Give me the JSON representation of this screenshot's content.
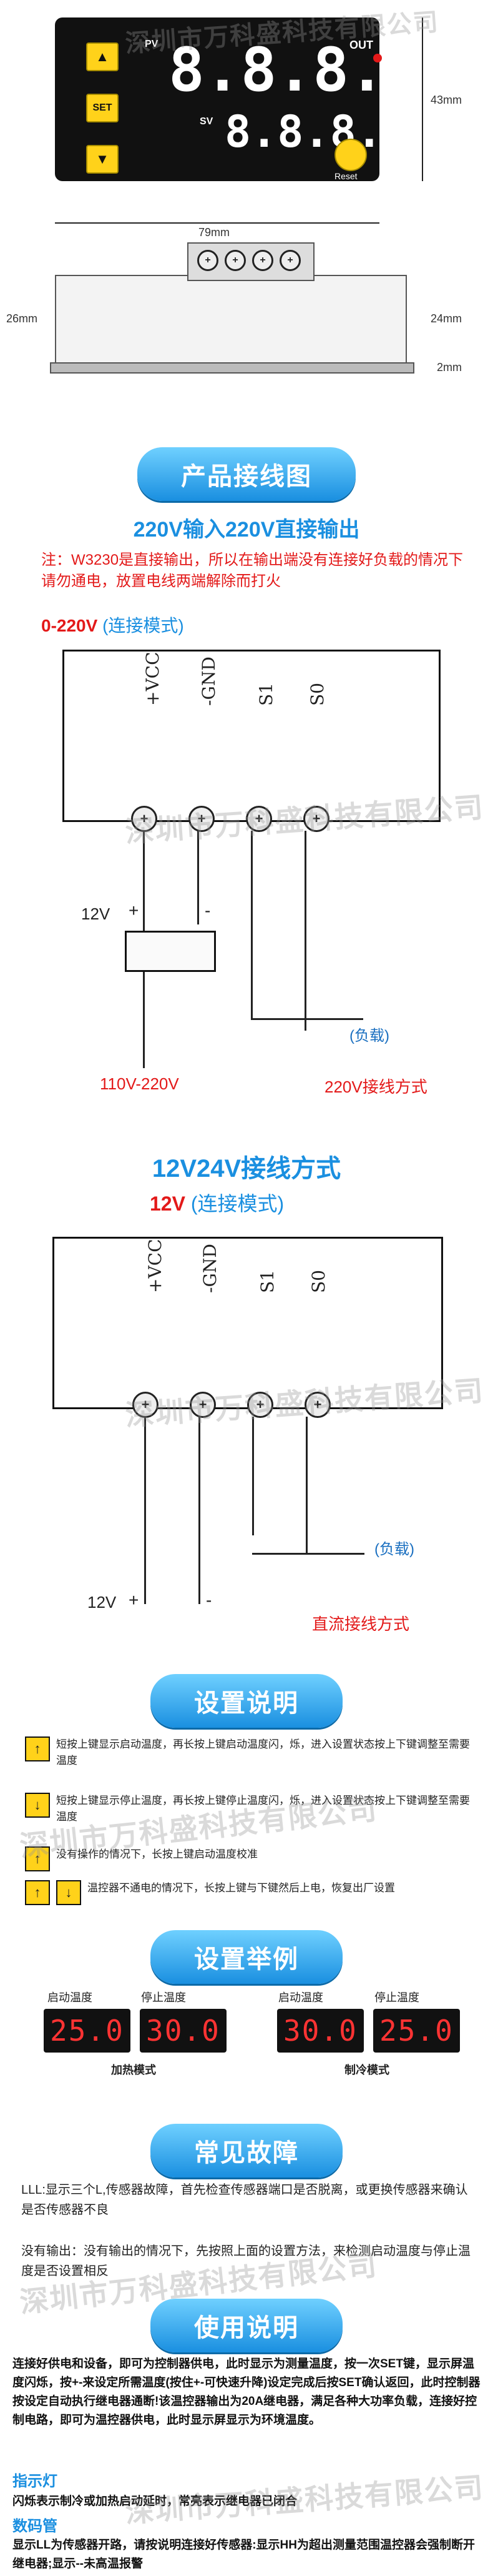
{
  "top_diagram": {
    "display_top": "8.8.8.",
    "display_bottom": "8.8.8.",
    "out_label": "OUT",
    "sv_label": "SV",
    "pv_label": "PV",
    "set_label": "SET",
    "reset_label": "Reset",
    "dim_width": "79mm",
    "dim_height": "43mm",
    "dim_side_height": "26mm",
    "dim_side_24": "24mm",
    "dim_side_2": "2mm"
  },
  "section_wiring": {
    "title": "产品接线图",
    "subtitle": "220V输入220V直接输出",
    "note": "注：W3230是直接输出，所以在输出端没有连接好负载的情况下请勿通电，放置电线两端解除而打火",
    "mode_label": "0-220V",
    "mode_note": "(连接模式)",
    "terminals": [
      "+VCC",
      "-GND",
      "S1",
      "S0"
    ],
    "input_label": "12V",
    "plus": "+",
    "minus": "-",
    "load": "(负载)",
    "voltage": "110V-220V",
    "method": "220V接线方式"
  },
  "section_12v": {
    "title": "12V24V接线方式",
    "mode_label": "12V",
    "mode_note": "(连接模式)",
    "terminals": [
      "+VCC",
      "-GND",
      "S1",
      "S0"
    ],
    "load": "(负载)",
    "input_label": "12V",
    "plus": "+",
    "minus": "-",
    "method": "直流接线方式"
  },
  "section_settings": {
    "title": "设置说明",
    "items": [
      {
        "icons": [
          "up-arrow"
        ],
        "text": "短按上键显示启动温度，再长按上键启动温度闪，烁，进入设置状态按上下键调整至需要温度"
      },
      {
        "icons": [
          "down-arrow"
        ],
        "text": "短按上键显示停止温度，再长按上键停止温度闪，烁，进入设置状态按上下键调整至需要温度"
      },
      {
        "icons": [
          "up-arrow"
        ],
        "text": "没有操作的情况下，长按上键启动温度校准"
      },
      {
        "icons": [
          "up-arrow",
          "down-arrow"
        ],
        "text": "温控器不通电的情况下，长按上键与下键然后上电，恢复出厂设置"
      }
    ]
  },
  "section_examples": {
    "title": "设置举例",
    "labels": [
      "启动温度",
      "停止温度",
      "启动温度",
      "停止温度"
    ],
    "values": [
      "25.0",
      "30.0",
      "30.0",
      "25.0"
    ],
    "mode_heat": "加热模式",
    "mode_cool": "制冷模式"
  },
  "section_faults": {
    "title": "常见故障",
    "p1": "LLL:显示三个L,传感器故障，首先检查传感器端口是否脱离，或更换传感器来确认是否传感器不良",
    "p2": "没有输出：没有输出的情况下，先按照上面的设置方法，来检测启动温度与停止温度是否设置相反"
  },
  "section_usage": {
    "title": "使用说明",
    "p1": "连接好供电和设备，即可为控制器供电，此时显示为测量温度，按一次SET键，显示屏温度闪烁，按+-来设定所需温度(按住+-可快速升降)设定完成后按SET确认返回，此时控制器按设定自动执行继电器通断!该温控器输出为20A继电器，满足各种大功率负载，连接好控制电路，即可为温控器供电，此时显示屏显示为环境温度。",
    "indicator_title": "指示灯",
    "indicator_text": "闪烁表示制冷或加热启动延时，常亮表示继电器已闭合",
    "digit_title": "数码管",
    "digit_text": "显示LL为传感器开路，请按说明连接好传感器:显示HH为超出测量范围温控器会强制断开继电器;显示--未高温报警"
  },
  "watermark": "深圳市万科盛科技有限公司"
}
